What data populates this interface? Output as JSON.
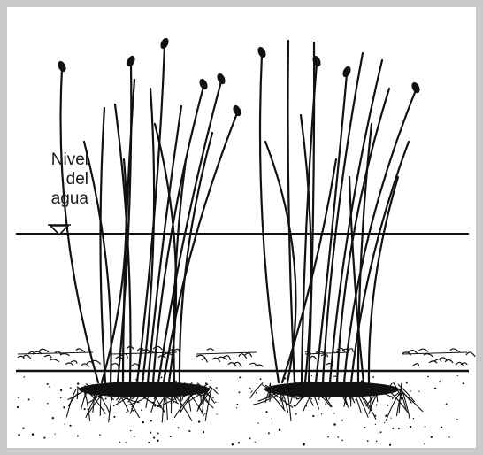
{
  "diagram": {
    "water_level_label": {
      "line1": "Nivel",
      "line2": "del",
      "line3": "agua"
    },
    "colors": {
      "ink": "#111111",
      "frame": "#c9c9c9",
      "background": "#ffffff"
    },
    "icons": [
      "water-level-triangle-icon"
    ]
  }
}
